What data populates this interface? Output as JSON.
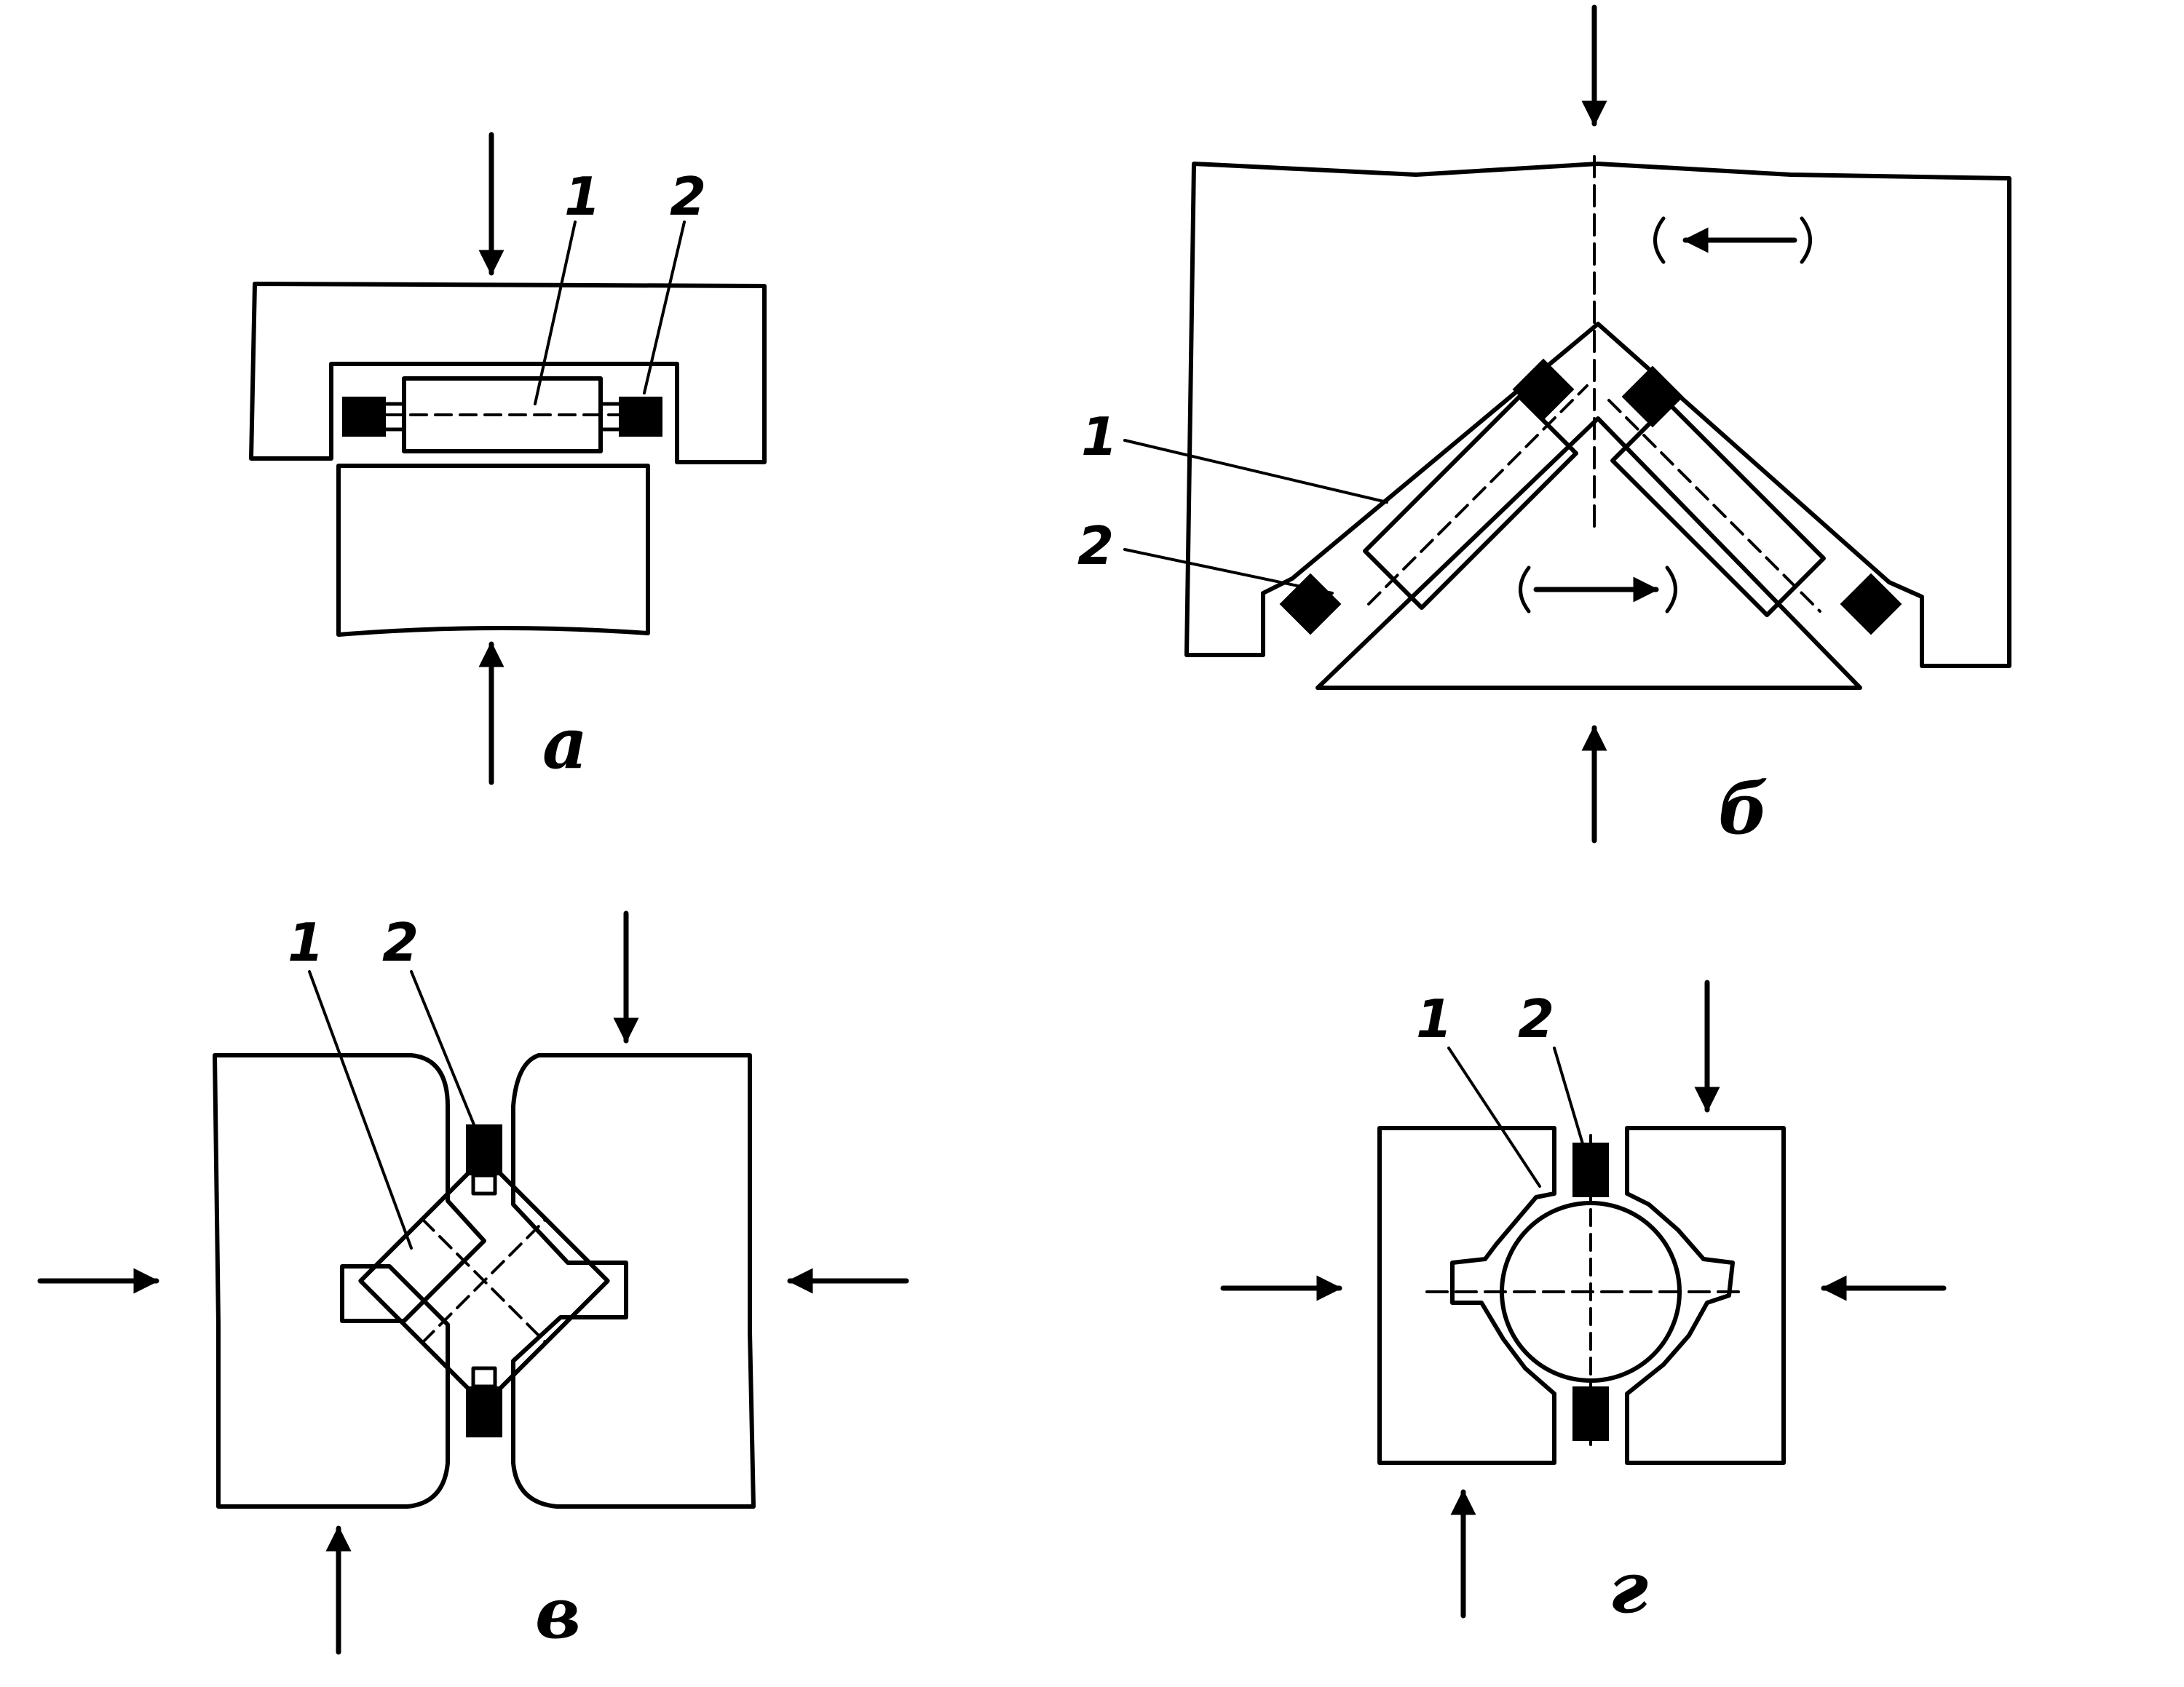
{
  "figure": {
    "panels": [
      {
        "id": "a",
        "caption": "а",
        "labels": [
          "1",
          "2"
        ]
      },
      {
        "id": "b",
        "caption": "б",
        "labels": [
          "1",
          "2"
        ]
      },
      {
        "id": "v",
        "caption": "в",
        "labels": [
          "1",
          "2"
        ]
      },
      {
        "id": "g",
        "caption": "г",
        "labels": [
          "1",
          "2"
        ]
      }
    ]
  },
  "colors": {
    "ink": "#000000",
    "paper": "#ffffff"
  }
}
